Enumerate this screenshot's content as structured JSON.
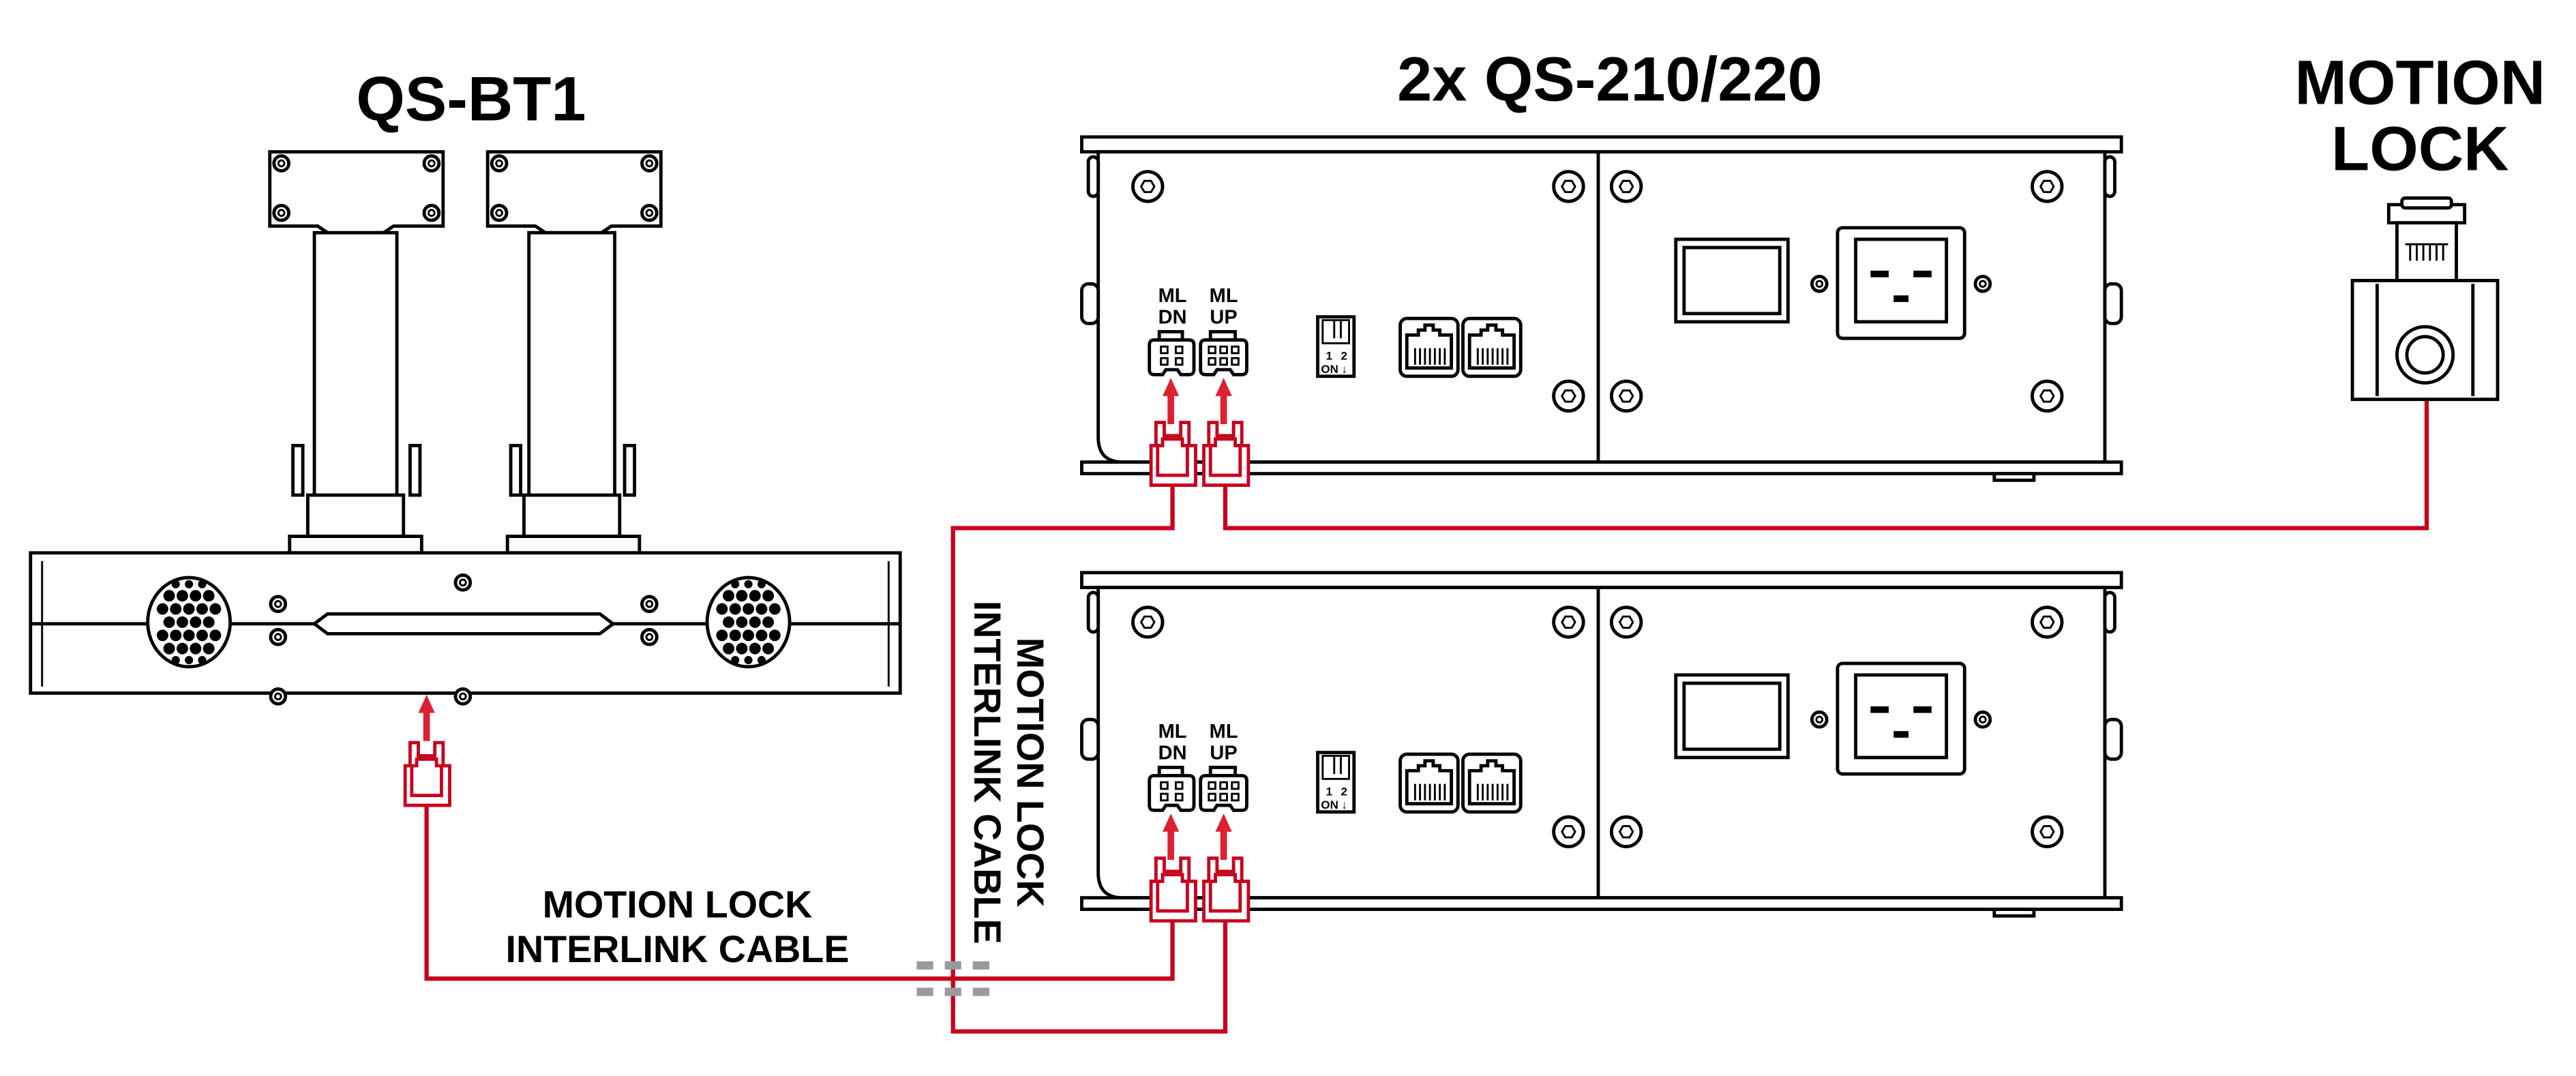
{
  "titles": {
    "bt1": "QS-BT1",
    "units": "2x QS-210/220",
    "motion_lock_line1": "MOTION",
    "motion_lock_line2": "LOCK"
  },
  "ports": {
    "ml_dn_line1": "ML",
    "ml_dn_line2": "DN",
    "ml_up_line1": "ML",
    "ml_up_line2": "UP"
  },
  "dip_switch": {
    "pos1": "1",
    "pos2": "2",
    "on_label": "ON ↓"
  },
  "cable_labels": {
    "horizontal_line1": "MOTION LOCK",
    "horizontal_line2": "INTERLINK CABLE",
    "vertical_line1": "MOTION LOCK",
    "vertical_line2": "INTERLINK CABLE"
  },
  "colors": {
    "cable": "#c8001e",
    "arrow": "#dd2030",
    "break_marks": "#9a9a9e",
    "outline": "#000000"
  }
}
